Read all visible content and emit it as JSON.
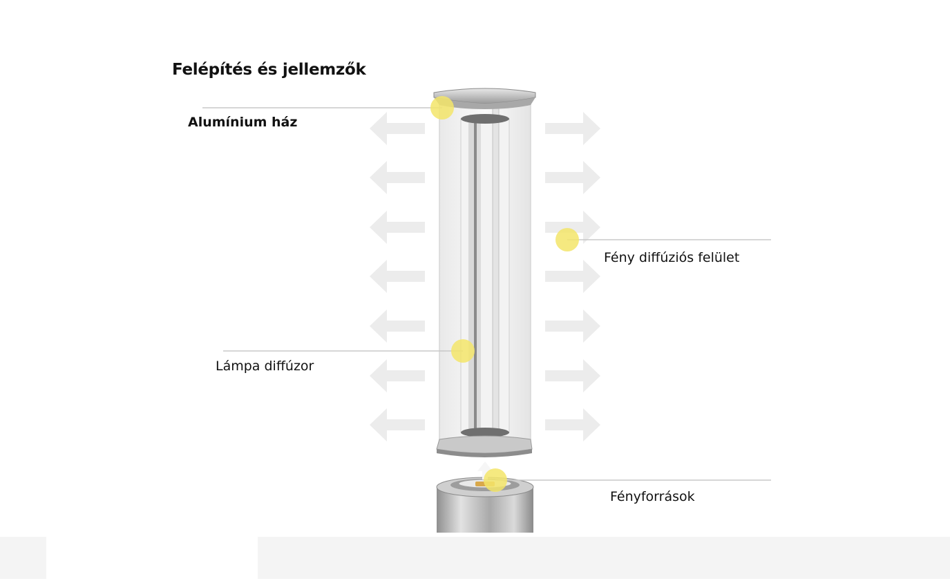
{
  "title": "Felépítés és jellemzők",
  "callouts": {
    "housing": "Alumínium ház",
    "diffusion_surface": "Fény diffúziós felület",
    "lamp_diffuser": "Lámpa diffúzor",
    "light_sources": "Fényforrások"
  },
  "colors": {
    "marker": "#f3e56a",
    "leader_line": "#c8c8c8",
    "arrow": "#ececec",
    "metal": "#b4b4b4"
  }
}
